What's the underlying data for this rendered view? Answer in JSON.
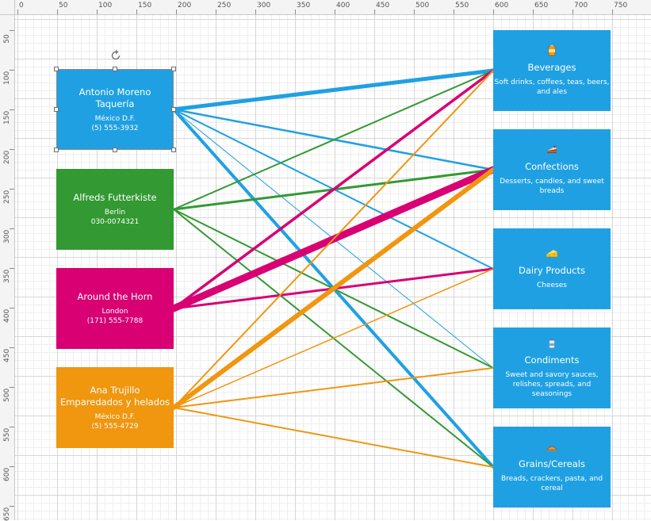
{
  "colors": {
    "blue": "#1fa0e3",
    "green": "#339933",
    "magenta": "#d80073",
    "orange": "#f0960f"
  },
  "ruler": {
    "x_ticks": [
      "0",
      "50",
      "100",
      "150",
      "200",
      "250",
      "300",
      "350",
      "400",
      "450",
      "500",
      "550",
      "600",
      "650",
      "700",
      "750"
    ],
    "y_ticks": [
      "50",
      "100",
      "150",
      "200",
      "250",
      "300",
      "350",
      "400",
      "450",
      "500",
      "550",
      "600",
      "650"
    ]
  },
  "customers": [
    {
      "name": "Antonio Moreno\nTaquería",
      "city": "México D.F.",
      "phone": "(5) 555-3932",
      "color": "#1fa0e3"
    },
    {
      "name": "Alfreds Futterkiste",
      "city": "Berlin",
      "phone": "030-0074321",
      "color": "#339933"
    },
    {
      "name": "Around the Horn",
      "city": "London",
      "phone": "(171) 555-7788",
      "color": "#d80073"
    },
    {
      "name": "Ana Trujillo\nEmparedados y helados",
      "city": "México D.F.",
      "phone": "(5) 555-4729",
      "color": "#f0960f"
    }
  ],
  "categories": [
    {
      "name": "Beverages",
      "description": "Soft drinks, coffees, teas, beers,\nand ales",
      "icon": "beverage-can-icon"
    },
    {
      "name": "Confections",
      "description": "Desserts, candies, and sweet\nbreads",
      "icon": "cake-slice-icon"
    },
    {
      "name": "Dairy Products",
      "description": "Cheeses",
      "icon": "cheese-icon"
    },
    {
      "name": "Condiments",
      "description": "Sweet and savory sauces,\nrelishes, spreads, and\nseasonings",
      "icon": "sauce-jar-icon"
    },
    {
      "name": "Grains/Cereals",
      "description": "Breads, crackers, pasta, and\ncereal",
      "icon": "bread-icon"
    }
  ],
  "links": [
    {
      "from": 0,
      "to": 0,
      "weight": 5
    },
    {
      "from": 0,
      "to": 1,
      "weight": 2.5
    },
    {
      "from": 0,
      "to": 2,
      "weight": 2
    },
    {
      "from": 0,
      "to": 3,
      "weight": 1
    },
    {
      "from": 0,
      "to": 4,
      "weight": 4
    },
    {
      "from": 1,
      "to": 0,
      "weight": 2
    },
    {
      "from": 1,
      "to": 1,
      "weight": 3
    },
    {
      "from": 1,
      "to": 3,
      "weight": 2
    },
    {
      "from": 1,
      "to": 4,
      "weight": 2
    },
    {
      "from": 2,
      "to": 0,
      "weight": 3.5
    },
    {
      "from": 2,
      "to": 1,
      "weight": 9
    },
    {
      "from": 2,
      "to": 2,
      "weight": 3
    },
    {
      "from": 3,
      "to": 0,
      "weight": 2
    },
    {
      "from": 3,
      "to": 1,
      "weight": 6
    },
    {
      "from": 3,
      "to": 2,
      "weight": 1.5
    },
    {
      "from": 3,
      "to": 3,
      "weight": 2
    },
    {
      "from": 3,
      "to": 4,
      "weight": 2
    }
  ]
}
